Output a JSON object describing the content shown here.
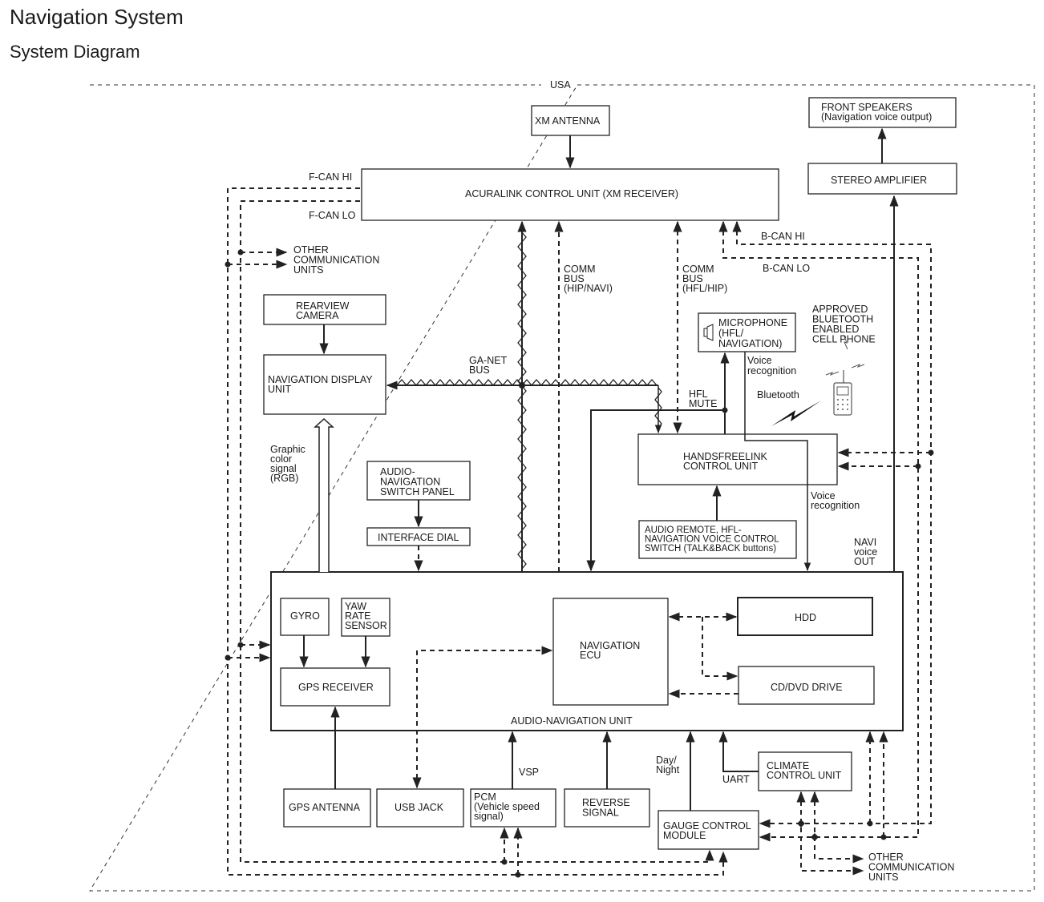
{
  "page": {
    "title": "Navigation System",
    "subtitle": "System Diagram"
  },
  "frame": {
    "region_label": "USA"
  },
  "components": {
    "xm_antenna": [
      "XM ANTENNA"
    ],
    "acuralink": [
      "ACURALINK CONTROL UNIT (XM RECEIVER)"
    ],
    "front_speakers": [
      "FRONT SPEAKERS",
      "(Navigation voice output)"
    ],
    "stereo_amplifier": [
      "STEREO AMPLIFIER"
    ],
    "rearview_camera": [
      "REARVIEW",
      "CAMERA"
    ],
    "nav_display": [
      "NAVIGATION DISPLAY",
      "UNIT"
    ],
    "microphone": [
      "MICROPHONE",
      "(HFL/",
      "NAVIGATION)"
    ],
    "cell_phone": [
      "APPROVED",
      "BLUETOOTH",
      "ENABLED",
      "CELL PHONE"
    ],
    "handsfreelink": [
      "HANDSFREELINK",
      "CONTROL UNIT"
    ],
    "switch_panel": [
      "AUDIO-",
      "NAVIGATION",
      "SWITCH PANEL"
    ],
    "interface_dial": [
      "INTERFACE DIAL"
    ],
    "audio_remote": [
      "AUDIO REMOTE, HFL-",
      "NAVIGATION VOICE CONTROL",
      "SWITCH (TALK&BACK buttons)"
    ],
    "audio_nav_unit": [
      "AUDIO-NAVIGATION UNIT"
    ],
    "gyro": [
      "GYRO"
    ],
    "yaw_rate": [
      "YAW",
      "RATE",
      "SENSOR"
    ],
    "gps_receiver": [
      "GPS RECEIVER"
    ],
    "nav_ecu": [
      "NAVIGATION",
      "ECU"
    ],
    "hdd": [
      "HDD"
    ],
    "cd_dvd": [
      "CD/DVD DRIVE"
    ],
    "gps_antenna": [
      "GPS ANTENNA"
    ],
    "usb_jack": [
      "USB JACK"
    ],
    "pcm": [
      "PCM",
      "(Vehicle speed",
      "signal)"
    ],
    "reverse_signal": [
      "REVERSE",
      "SIGNAL"
    ],
    "gauge_control": [
      "GAUGE CONTROL",
      "MODULE"
    ],
    "climate_control": [
      "CLIMATE",
      "CONTROL UNIT"
    ]
  },
  "signals": {
    "fcan_hi": [
      "F-CAN HI"
    ],
    "fcan_lo": [
      "F-CAN LO"
    ],
    "other_comm_top": [
      "OTHER",
      "COMMUNICATION",
      "UNITS"
    ],
    "other_comm_bottom": [
      "OTHER",
      "COMMUNICATION",
      "UNITS"
    ],
    "comm_bus_hip_navi": [
      "COMM",
      "BUS",
      "(HIP/NAVI)"
    ],
    "comm_bus_hfl_hip": [
      "COMM",
      "BUS",
      "(HFL/HIP)"
    ],
    "bcan_hi": [
      "B-CAN HI"
    ],
    "bcan_lo": [
      "B-CAN LO"
    ],
    "ganet_bus": [
      "GA-NET",
      "BUS"
    ],
    "voice_recog_1": [
      "Voice",
      "recognition"
    ],
    "voice_recog_2": [
      "Voice",
      "recognition"
    ],
    "bluetooth": [
      "Bluetooth"
    ],
    "hfl_mute": [
      "HFL",
      "MUTE"
    ],
    "graphic_signal": [
      "Graphic",
      "color",
      "signal",
      "(RGB)"
    ],
    "navi_voice_out": [
      "NAVI",
      "voice",
      "OUT"
    ],
    "vsp": [
      "VSP"
    ],
    "day_night": [
      "Day/",
      "Night"
    ],
    "uart": [
      "UART"
    ]
  }
}
